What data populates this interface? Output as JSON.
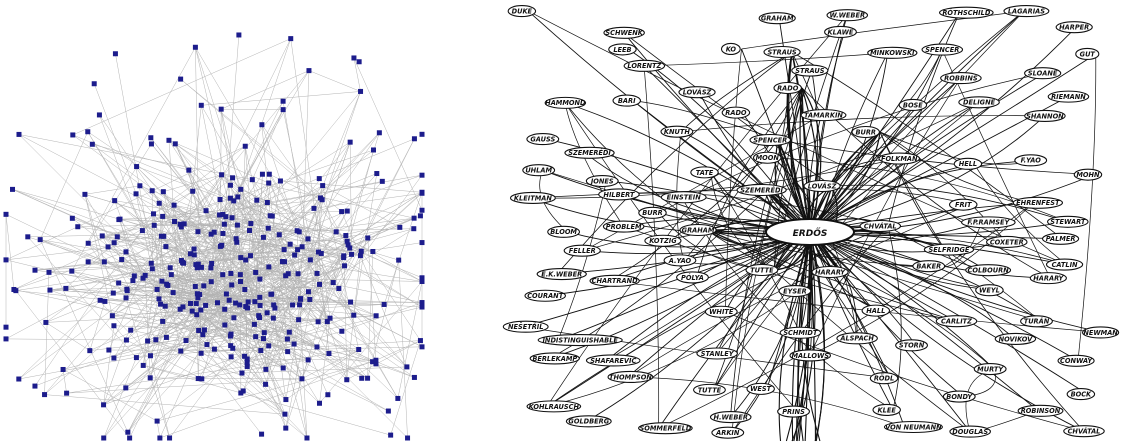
{
  "colors": {
    "node": "#1c1c8c",
    "edge": "#b4b4b4",
    "ink": "#111111",
    "paper": "#ffffff"
  },
  "left_graph": {
    "node_shape": "square"
  },
  "collaboration_map": {
    "center": "ERDŐS",
    "hubs": [
      "GRAHAM",
      "HARARY",
      "TUTTE",
      "CHVÁTAL",
      "SPENCER",
      "SZEMERÉDI",
      "LOVÁSZ",
      "STRAUS",
      "RADO",
      "BURR"
    ],
    "names": [
      "GAUSS",
      "RIEMANN",
      "W.WEBER",
      "KOHLRAUSCH",
      "EYSER",
      "BOCK",
      "BOSE",
      "E.K.WEBER",
      "H.WEBER",
      "COXETER",
      "CONWAY",
      "GUT",
      "STRAUS",
      "ARKIN",
      "RADO",
      "BERLEKAMP",
      "SHANNON",
      "KNUTH",
      "A.YAO",
      "F.YAO",
      "HALL",
      "WEST",
      "GRAHAM",
      "RÓTHSCHILD",
      "LEEB",
      "KLEITMAN",
      "FOLKMAN",
      "TUTTE",
      "HARARY",
      "SPENCER",
      "SZEMERÉDI",
      "LOVÁSZ",
      "BURR",
      "SLOANE",
      "GOLDBERG",
      "STANLEY",
      "LAGARIAS",
      "KO",
      "WHITE",
      "CHVÁTAL",
      "BONDY",
      "MURTY",
      "DOUGLAS",
      "ROBINSON",
      "NEŠETŘIL",
      "RÖDL",
      "SCHWENK",
      "PALMER",
      "KOTZIG",
      "HELL",
      "CATLIN",
      "DUKE",
      "HARPER",
      "KLEE",
      "EINSTEIN",
      "WEYL",
      "MINKOWSKI",
      "LORENTZ",
      "SOMMERFELD",
      "EHRENFEST",
      "MALLOWS",
      "ROBBINS",
      "COURANT",
      "HILBERT",
      "MOHN",
      "FRIT",
      "THOMPSON",
      "VON NEUMANN",
      "STORN",
      "F.P.RAMSEY",
      "BAKER",
      "SCHMIDT",
      "TATE",
      "NOVIKOV",
      "SHAFAREVIC",
      "DELIGNE",
      "FELLER",
      "TAMARKIN",
      "PÓLYA",
      "SELFRIDGE",
      "TURÁN",
      "UHLAM",
      "BLOOM",
      "COLBOURN",
      "CHARTRAND",
      "NEWMAN",
      "STEWART",
      "MOON",
      "ALSPACH",
      "KLAWE",
      "CARLITZ",
      "PROBLEM",
      "HAMMOND",
      "PRINS",
      "BARI",
      "JONES",
      "INDISTINGUISHABLE"
    ]
  }
}
